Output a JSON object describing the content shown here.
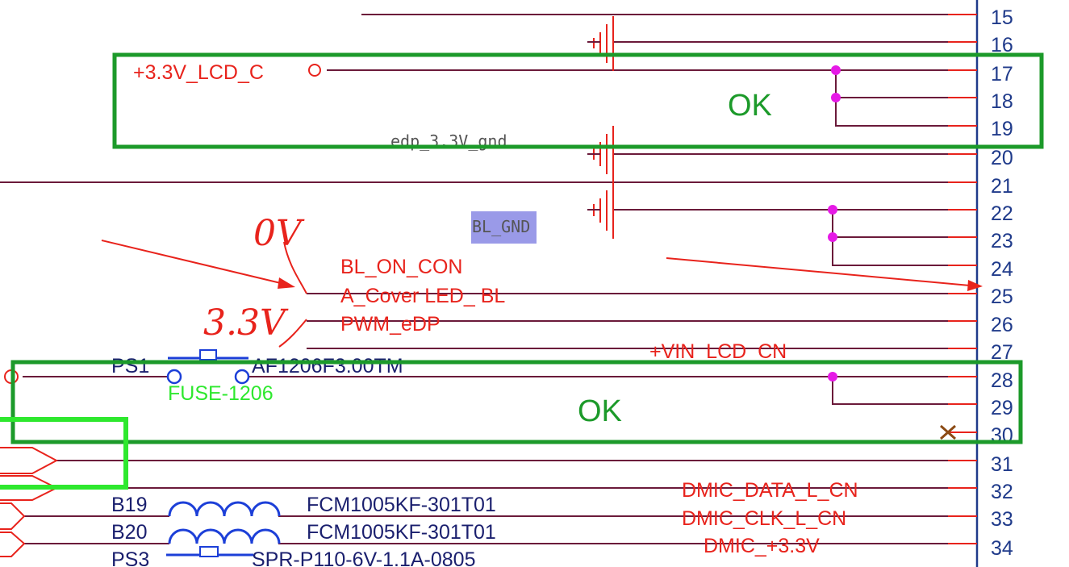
{
  "connector_pins": [
    "15",
    "16",
    "17",
    "18",
    "19",
    "20",
    "21",
    "22",
    "23",
    "24",
    "25",
    "26",
    "27",
    "28",
    "29",
    "30",
    "31",
    "32",
    "33",
    "34"
  ],
  "net_labels": {
    "lcd_33v": "+3.3V_LCD_C",
    "bl_on": "BL_ON_CON",
    "cover_led": "A_Cover LED_ BL",
    "pwm": "PWM_eDP",
    "vin_lcd": "+VIN_LCD_CN",
    "dmic_data": "DMIC_DATA_L_CN",
    "dmic_clk": "DMIC_CLK_L_CN",
    "dmic_33v": "DMIC_+3.3V"
  },
  "notes": {
    "edp_gnd": "edp_3.3V_gnd",
    "bl_gnd": "BL_GND"
  },
  "components": {
    "ps1_ref": "PS1",
    "ps1_value": "AF1206F3.00TM",
    "ps1_footprint": "FUSE-1206",
    "b19_ref": "B19",
    "b19_value": "FCM1005KF-301T01",
    "b20_ref": "B20",
    "b20_value": "FCM1005KF-301T01",
    "ps3_ref": "PS3",
    "ps3_value": "SPR-P110-6V-1.1A-0805"
  },
  "annotations": {
    "ok_top": "OK",
    "ok_bottom": "OK",
    "hand_0v": "0V",
    "hand_33v": "3.3V"
  },
  "colors": {
    "wire": "#6b1a3a",
    "net": "#e8231c",
    "pin_blue": "#1f3a8a",
    "ok_box": "#1c9a2a",
    "junction": "#e619e6",
    "highlight": "#9a9ae8"
  }
}
